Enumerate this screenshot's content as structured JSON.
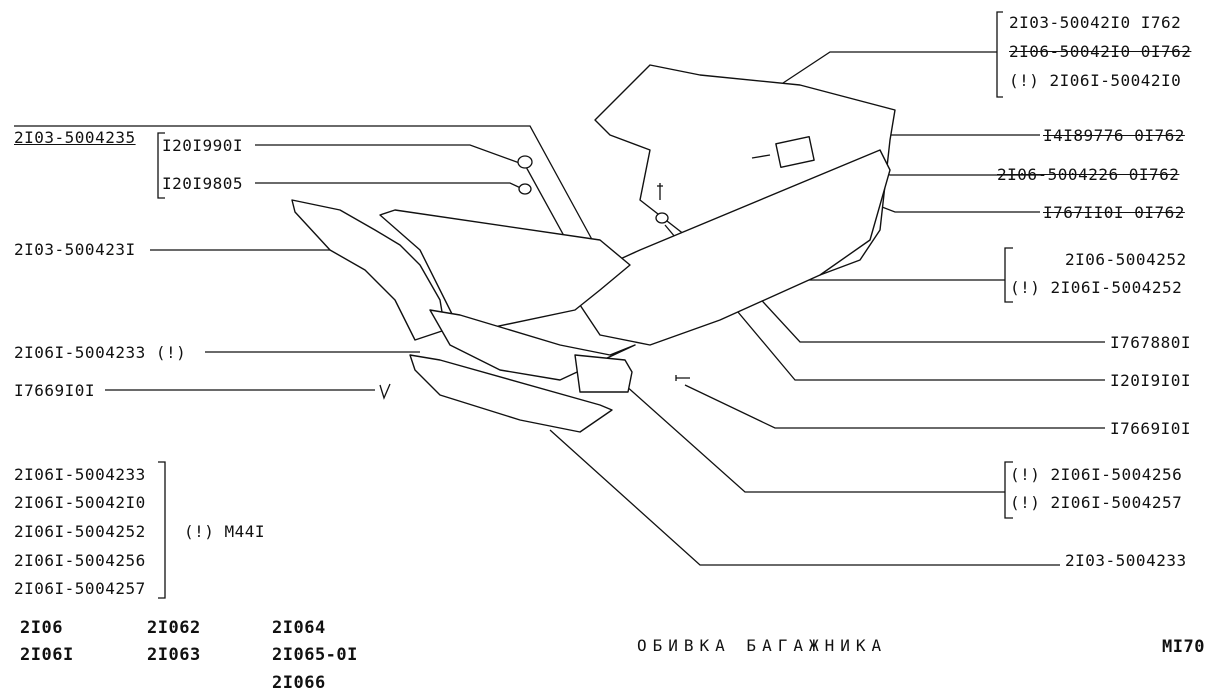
{
  "top_right_group": [
    "2I03-50042I0 I762",
    "2I06-50042I0 0I762",
    "(!) 2I06I-50042I0"
  ],
  "left_group": {
    "header": "2I03-5004235",
    "items": [
      "I20I990I",
      "I20I9805"
    ]
  },
  "callouts_left": {
    "c1": "2I03-500423I",
    "c2": "2I06I-5004233 (!)",
    "c3": "I7669I0I"
  },
  "callouts_right": {
    "r1": "I4I89776 0I762",
    "r2": "2I06-5004226 0I762",
    "r3": "I767II0I 0I762",
    "r4a": "2I06-5004252",
    "r4b": "(!) 2I06I-5004252",
    "r5": "I767880I",
    "r6": "I20I9I0I",
    "r7": "I7669I0I",
    "r8a": "(!) 2I06I-5004256",
    "r8b": "(!) 2I06I-5004257",
    "r9": "2I03-5004233"
  },
  "bottom_left_group": {
    "items": [
      "2I06I-5004233",
      "2I06I-50042I0",
      "2I06I-5004252",
      "2I06I-5004256",
      "2I06I-5004257"
    ],
    "note": "(!) M44I"
  },
  "models": {
    "col1": [
      "2I06",
      "2I06I"
    ],
    "col2": [
      "2I062",
      "2I063"
    ],
    "col3": [
      "2I064",
      "2I065-0I",
      "2I066"
    ]
  },
  "title": "ОБИВКА БАГАЖНИКА",
  "page_code": "MI70"
}
